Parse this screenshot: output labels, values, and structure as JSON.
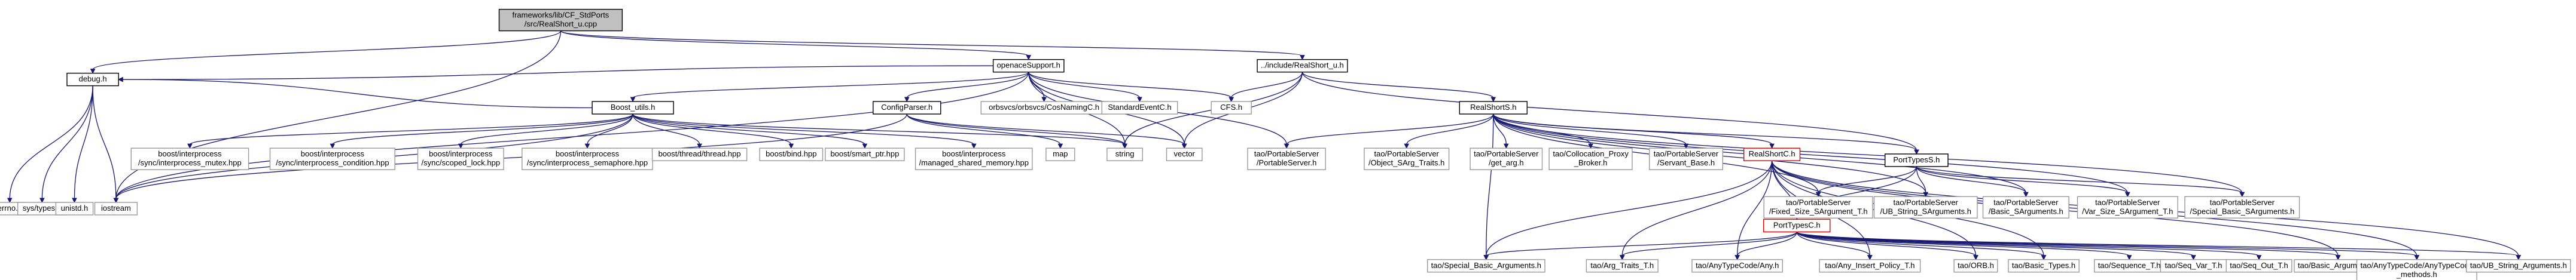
{
  "graph": {
    "edge_color": "#191970",
    "root_fill": "#c0c0c0",
    "nodes": [
      {
        "id": "root",
        "lines": [
          "frameworks/lib/CF_StdPorts",
          "/src/RealShort_u.cpp"
        ],
        "style": "root"
      },
      {
        "id": "debug",
        "lines": [
          "debug.h"
        ],
        "style": "black"
      },
      {
        "id": "openace",
        "lines": [
          "openaceSupport.h"
        ],
        "style": "black"
      },
      {
        "id": "realshort_u",
        "lines": [
          "../include/RealShort_u.h"
        ],
        "style": "black"
      },
      {
        "id": "boost_utils",
        "lines": [
          "Boost_utils.h"
        ],
        "style": "black"
      },
      {
        "id": "configparser",
        "lines": [
          "ConfigParser.h"
        ],
        "style": "black"
      },
      {
        "id": "cosnaming",
        "lines": [
          "orbsvcs/orbsvcs/CosNamingC.h"
        ],
        "style": "gray"
      },
      {
        "id": "stdevent",
        "lines": [
          "StandardEventC.h"
        ],
        "style": "gray"
      },
      {
        "id": "cf",
        "lines": [
          "CFS.h"
        ],
        "style": "gray"
      },
      {
        "id": "realshorts",
        "lines": [
          "RealShortS.h"
        ],
        "style": "black"
      },
      {
        "id": "mutex",
        "lines": [
          "boost/interprocess",
          "/sync/interprocess_mutex.hpp"
        ],
        "style": "gray"
      },
      {
        "id": "condition",
        "lines": [
          "boost/interprocess",
          "/sync/interprocess_condition.hpp"
        ],
        "style": "gray"
      },
      {
        "id": "scopedlock",
        "lines": [
          "boost/interprocess",
          "/sync/scoped_lock.hpp"
        ],
        "style": "gray"
      },
      {
        "id": "semaphore",
        "lines": [
          "boost/interprocess",
          "/sync/interprocess_semaphore.hpp"
        ],
        "style": "gray"
      },
      {
        "id": "thread",
        "lines": [
          "boost/thread/thread.hpp"
        ],
        "style": "gray"
      },
      {
        "id": "bind",
        "lines": [
          "boost/bind.hpp"
        ],
        "style": "gray"
      },
      {
        "id": "smartptr",
        "lines": [
          "boost/smart_ptr.hpp"
        ],
        "style": "gray"
      },
      {
        "id": "sharedmem",
        "lines": [
          "boost/interprocess",
          "/managed_shared_memory.hpp"
        ],
        "style": "gray"
      },
      {
        "id": "map",
        "lines": [
          "map"
        ],
        "style": "gray"
      },
      {
        "id": "string",
        "lines": [
          "string"
        ],
        "style": "gray"
      },
      {
        "id": "vector",
        "lines": [
          "vector"
        ],
        "style": "gray"
      },
      {
        "id": "portableserver",
        "lines": [
          "tao/PortableServer",
          "/PortableServer.h"
        ],
        "style": "gray"
      },
      {
        "id": "objectsarg",
        "lines": [
          "tao/PortableServer",
          "/Object_SArg_Traits.h"
        ],
        "style": "gray"
      },
      {
        "id": "getarg",
        "lines": [
          "tao/PortableServer",
          "/get_arg.h"
        ],
        "style": "gray"
      },
      {
        "id": "collocation",
        "lines": [
          "tao/Collocation_Proxy",
          "_Broker.h"
        ],
        "style": "gray"
      },
      {
        "id": "servantbase",
        "lines": [
          "tao/PortableServer",
          "/Servant_Base.h"
        ],
        "style": "gray"
      },
      {
        "id": "realshortc",
        "lines": [
          "RealShortC.h"
        ],
        "style": "red"
      },
      {
        "id": "porttypess",
        "lines": [
          "PortTypesS.h"
        ],
        "style": "black"
      },
      {
        "id": "errno",
        "lines": [
          "errno.h"
        ],
        "style": "gray"
      },
      {
        "id": "systypes",
        "lines": [
          "sys/types.h"
        ],
        "style": "gray"
      },
      {
        "id": "unistd",
        "lines": [
          "unistd.h"
        ],
        "style": "gray"
      },
      {
        "id": "iostream",
        "lines": [
          "iostream"
        ],
        "style": "gray"
      },
      {
        "id": "fixedsize",
        "lines": [
          "tao/PortableServer",
          "/Fixed_Size_SArgument_T.h"
        ],
        "style": "gray"
      },
      {
        "id": "ustrings",
        "lines": [
          "tao/PortableServer",
          "/UB_String_SArguments.h"
        ],
        "style": "gray"
      },
      {
        "id": "basicsargs",
        "lines": [
          "tao/PortableServer",
          "/Basic_SArguments.h"
        ],
        "style": "gray"
      },
      {
        "id": "varsize",
        "lines": [
          "tao/PortableServer",
          "/Var_Size_SArgument_T.h"
        ],
        "style": "gray"
      },
      {
        "id": "specialbasics",
        "lines": [
          "tao/PortableServer",
          "/Special_Basic_SArguments.h"
        ],
        "style": "gray"
      },
      {
        "id": "porttypesc",
        "lines": [
          "PortTypesC.h"
        ],
        "style": "red"
      },
      {
        "id": "specialbasicargs",
        "lines": [
          "tao/Special_Basic_Arguments.h"
        ],
        "style": "gray"
      },
      {
        "id": "argtraits",
        "lines": [
          "tao/Arg_Traits_T.h"
        ],
        "style": "gray"
      },
      {
        "id": "anytypecode",
        "lines": [
          "tao/AnyTypeCode/Any.h"
        ],
        "style": "gray"
      },
      {
        "id": "anyinsert",
        "lines": [
          "tao/Any_Insert_Policy_T.h"
        ],
        "style": "gray"
      },
      {
        "id": "orb",
        "lines": [
          "tao/ORB.h"
        ],
        "style": "gray"
      },
      {
        "id": "basictypes",
        "lines": [
          "tao/Basic_Types.h"
        ],
        "style": "gray"
      },
      {
        "id": "sequence",
        "lines": [
          "tao/Sequence_T.h"
        ],
        "style": "gray"
      },
      {
        "id": "seqvar",
        "lines": [
          "tao/Seq_Var_T.h"
        ],
        "style": "gray"
      },
      {
        "id": "seqout",
        "lines": [
          "tao/Seq_Out_T.h"
        ],
        "style": "gray"
      },
      {
        "id": "basicargs",
        "lines": [
          "tao/Basic_Arguments.h"
        ],
        "style": "gray"
      },
      {
        "id": "anytypecodemethods",
        "lines": [
          "tao/AnyTypeCode/AnyTypeCode",
          "_methods.h"
        ],
        "style": "gray"
      },
      {
        "id": "ubstringargs",
        "lines": [
          "tao/UB_String_Arguments.h"
        ],
        "style": "gray"
      }
    ],
    "edges": [
      [
        "root",
        "debug"
      ],
      [
        "root",
        "openace"
      ],
      [
        "root",
        "realshort_u"
      ],
      [
        "root",
        "iostream"
      ],
      [
        "openace",
        "boost_utils"
      ],
      [
        "openace",
        "configparser"
      ],
      [
        "openace",
        "cosnaming"
      ],
      [
        "openace",
        "stdevent"
      ],
      [
        "openace",
        "cf"
      ],
      [
        "openace",
        "string"
      ],
      [
        "openace",
        "vector"
      ],
      [
        "openace",
        "portableserver"
      ],
      [
        "openace",
        "iostream"
      ],
      [
        "openace",
        "debug"
      ],
      [
        "realshort_u",
        "cf"
      ],
      [
        "realshort_u",
        "realshorts"
      ],
      [
        "realshort_u",
        "porttypess"
      ],
      [
        "realshort_u",
        "string"
      ],
      [
        "realshort_u",
        "vector"
      ],
      [
        "boost_utils",
        "mutex"
      ],
      [
        "boost_utils",
        "condition"
      ],
      [
        "boost_utils",
        "scopedlock"
      ],
      [
        "boost_utils",
        "semaphore"
      ],
      [
        "boost_utils",
        "thread"
      ],
      [
        "boost_utils",
        "bind"
      ],
      [
        "boost_utils",
        "smartptr"
      ],
      [
        "boost_utils",
        "sharedmem"
      ],
      [
        "boost_utils",
        "string"
      ],
      [
        "boost_utils",
        "debug"
      ],
      [
        "boost_utils",
        "iostream"
      ],
      [
        "configparser",
        "map"
      ],
      [
        "configparser",
        "string"
      ],
      [
        "configparser",
        "vector"
      ],
      [
        "configparser",
        "iostream"
      ],
      [
        "debug",
        "errno"
      ],
      [
        "debug",
        "systypes"
      ],
      [
        "debug",
        "unistd"
      ],
      [
        "debug",
        "iostream"
      ],
      [
        "realshorts",
        "portableserver"
      ],
      [
        "realshorts",
        "objectsarg"
      ],
      [
        "realshorts",
        "getarg"
      ],
      [
        "realshorts",
        "collocation"
      ],
      [
        "realshorts",
        "servantbase"
      ],
      [
        "realshorts",
        "realshortc"
      ],
      [
        "realshorts",
        "porttypess"
      ],
      [
        "realshorts",
        "fixedsize"
      ],
      [
        "realshorts",
        "ustrings"
      ],
      [
        "realshorts",
        "basicsargs"
      ],
      [
        "realshorts",
        "varsize"
      ],
      [
        "realshorts",
        "specialbasics"
      ],
      [
        "realshorts",
        "specialbasicargs"
      ],
      [
        "realshortc",
        "porttypesc"
      ],
      [
        "realshortc",
        "specialbasicargs"
      ],
      [
        "realshortc",
        "argtraits"
      ],
      [
        "realshortc",
        "anytypecode"
      ],
      [
        "realshortc",
        "anyinsert"
      ],
      [
        "realshortc",
        "orb"
      ],
      [
        "realshortc",
        "basictypes"
      ],
      [
        "realshortc",
        "basicargs"
      ],
      [
        "realshortc",
        "anytypecodemethods"
      ],
      [
        "realshortc",
        "ubstringargs"
      ],
      [
        "porttypess",
        "porttypesc"
      ],
      [
        "porttypess",
        "fixedsize"
      ],
      [
        "porttypess",
        "ustrings"
      ],
      [
        "porttypess",
        "basicsargs"
      ],
      [
        "porttypess",
        "varsize"
      ],
      [
        "porttypess",
        "specialbasics"
      ],
      [
        "porttypesc",
        "specialbasicargs"
      ],
      [
        "porttypesc",
        "argtraits"
      ],
      [
        "porttypesc",
        "anytypecode"
      ],
      [
        "porttypesc",
        "anyinsert"
      ],
      [
        "porttypesc",
        "orb"
      ],
      [
        "porttypesc",
        "basictypes"
      ],
      [
        "porttypesc",
        "sequence"
      ],
      [
        "porttypesc",
        "seqvar"
      ],
      [
        "porttypesc",
        "seqout"
      ],
      [
        "porttypesc",
        "basicargs"
      ],
      [
        "porttypesc",
        "anytypecodemethods"
      ],
      [
        "porttypesc",
        "ubstringargs"
      ]
    ]
  }
}
